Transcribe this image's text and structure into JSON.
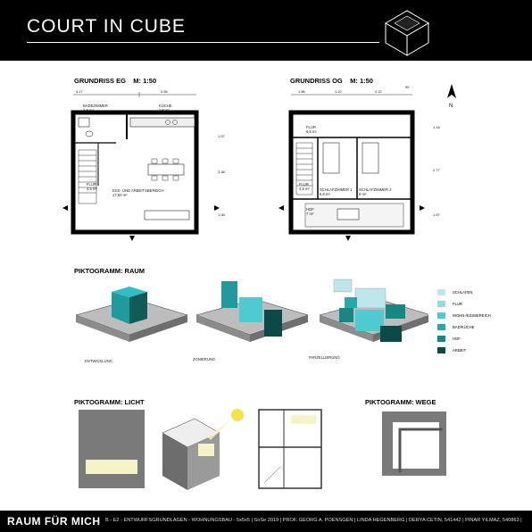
{
  "header": {
    "title": "COURT IN CUBE"
  },
  "plan_eg": {
    "heading": "GRUNDRISS EG",
    "scale": "M: 1:50",
    "rooms": [
      {
        "name": "BADEZIMMER",
        "area": "2,8 m²"
      },
      {
        "name": "KÜCHE",
        "area": "2,5 m²"
      },
      {
        "name": "FLUR",
        "area": "4,5 m²"
      },
      {
        "name": "ESS- UND ARBEITSBEREICH",
        "area": "17,83 m²"
      }
    ],
    "dims_top": [
      "3.17",
      "2.84"
    ],
    "dims_right": [
      "1.57",
      "3.38",
      "1.06"
    ]
  },
  "plan_og": {
    "heading": "GRUNDRISS OG",
    "scale": "M: 1:50",
    "rooms": [
      {
        "name": "FLUR",
        "area": "6,5 m²"
      },
      {
        "name": "FLUR",
        "area": "4,5 m²"
      },
      {
        "name": "SCHLAFZIMMER 1",
        "area": "6,8 m²"
      },
      {
        "name": "SCHLAFZIMMER 2",
        "area": "9 m²"
      },
      {
        "name": "HOF",
        "area": "7 m²"
      }
    ],
    "dims_top": [
      "1.86",
      "1.22",
      "2.22",
      "50"
    ],
    "dims_right": [
      "1.18",
      "2.77",
      "1.57"
    ],
    "north_label": "N"
  },
  "piktogramm_raum": {
    "heading": "PIKTOGRAMM: RAUM",
    "captions": [
      "ENTWICKLUNG",
      "ZONIERUNG",
      "PARZELLIERUNG"
    ]
  },
  "legend": [
    {
      "label": "SCHLAFEN",
      "color": "#bfe6ea"
    },
    {
      "label": "FLUR",
      "color": "#8fdde3"
    },
    {
      "label": "WOHN-/ESSBEREICH",
      "color": "#4dcbd1"
    },
    {
      "label": "BAD/KÜCHE",
      "color": "#26a9ad"
    },
    {
      "label": "HOF",
      "color": "#168783"
    },
    {
      "label": "ARBEIT",
      "color": "#0e4a45"
    }
  ],
  "piktogramm_licht": {
    "heading": "PIKTOGRAMM: LICHT"
  },
  "piktogramm_wege": {
    "heading": "PIKTOGRAMM: WEGE"
  },
  "footer": {
    "title": "RAUM FÜR MICH",
    "credits": "B - E2 - ENTWURFSGRUNDLAGEN - WOHNUNGSBAU - 5x5x5 | SoSe 2019 | PROF. GEORG A. POENSGEN | LINDA HEGENBERG | DERYA CETIN, 541442 | PINAR YILMAZ, 540863 |"
  }
}
